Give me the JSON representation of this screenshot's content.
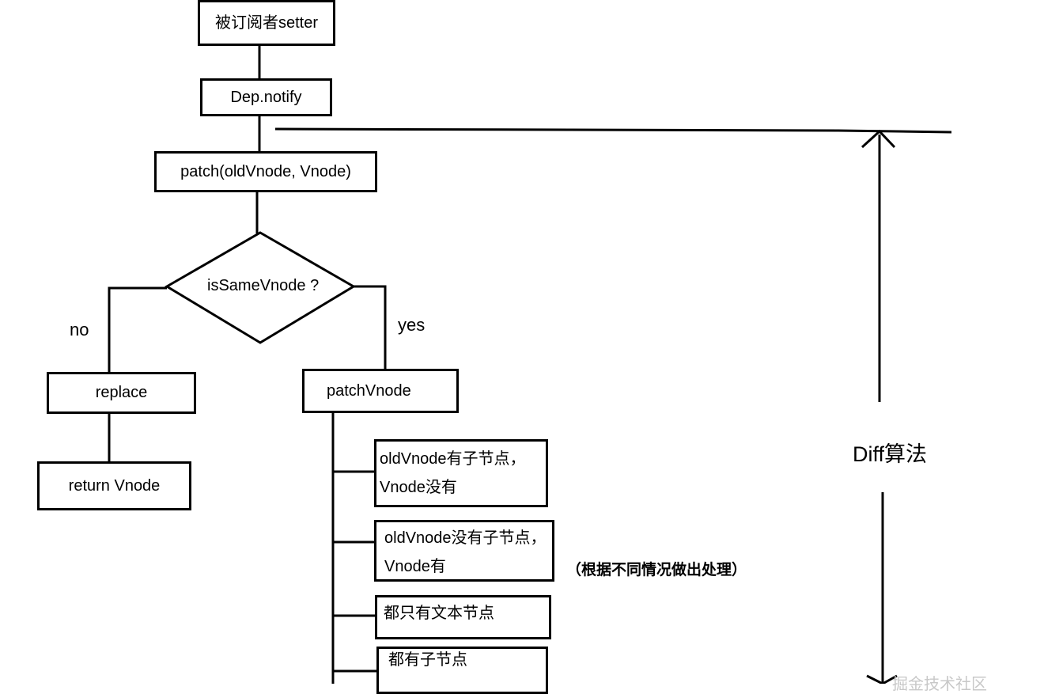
{
  "nodes": {
    "setter": "被订阅者setter",
    "notify": "Dep.notify",
    "patch": "patch(oldVnode, Vnode)",
    "decision": "isSameVnode ?",
    "replace": "replace",
    "return_vnode": "return Vnode",
    "patch_vnode": "patchVnode",
    "case1": "oldVnode有子节点，Vnode没有",
    "case2": "oldVnode没有子节点，Vnode有",
    "case3": "都只有文本节点",
    "case4": "都有子节点"
  },
  "labels": {
    "no": "no",
    "yes": "yes",
    "note": "（根据不同情况做出处理）",
    "diff": "Diff算法",
    "watermark": "掘金技术社区"
  },
  "colors": {
    "stroke": "#000000",
    "background": "#ffffff"
  }
}
